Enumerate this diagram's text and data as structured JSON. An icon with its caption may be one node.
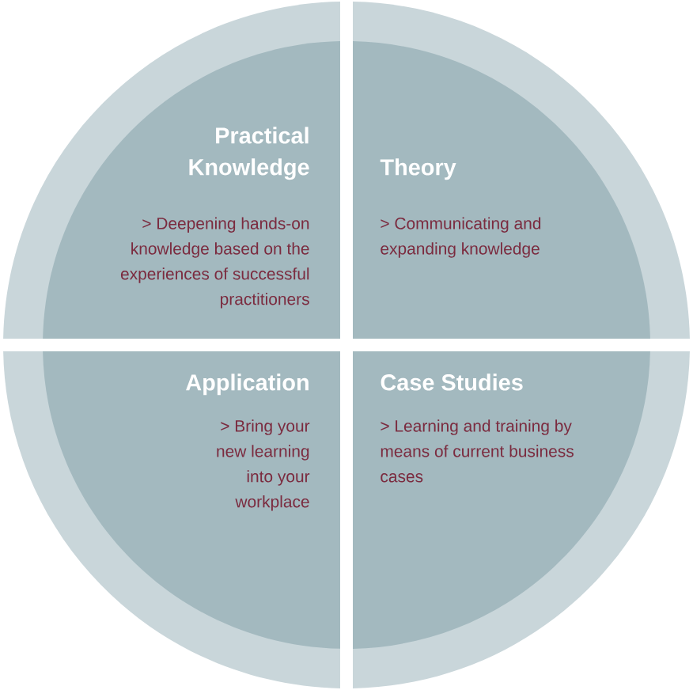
{
  "diagram": {
    "nodes": [
      {
        "text": [
          "Practical Knowledge",
          "> Deepening hands-on knowledge based on the experiences of successful practitioners"
        ]
      },
      {
        "text": [
          "Theory",
          "> Communicating and expanding knowledge"
        ]
      },
      {
        "text": [
          "Application",
          "> Bring your new learning into your workplace"
        ]
      },
      {
        "text": [
          "Case Studies",
          "> Learning and training by means of current business cases"
        ]
      }
    ]
  }
}
